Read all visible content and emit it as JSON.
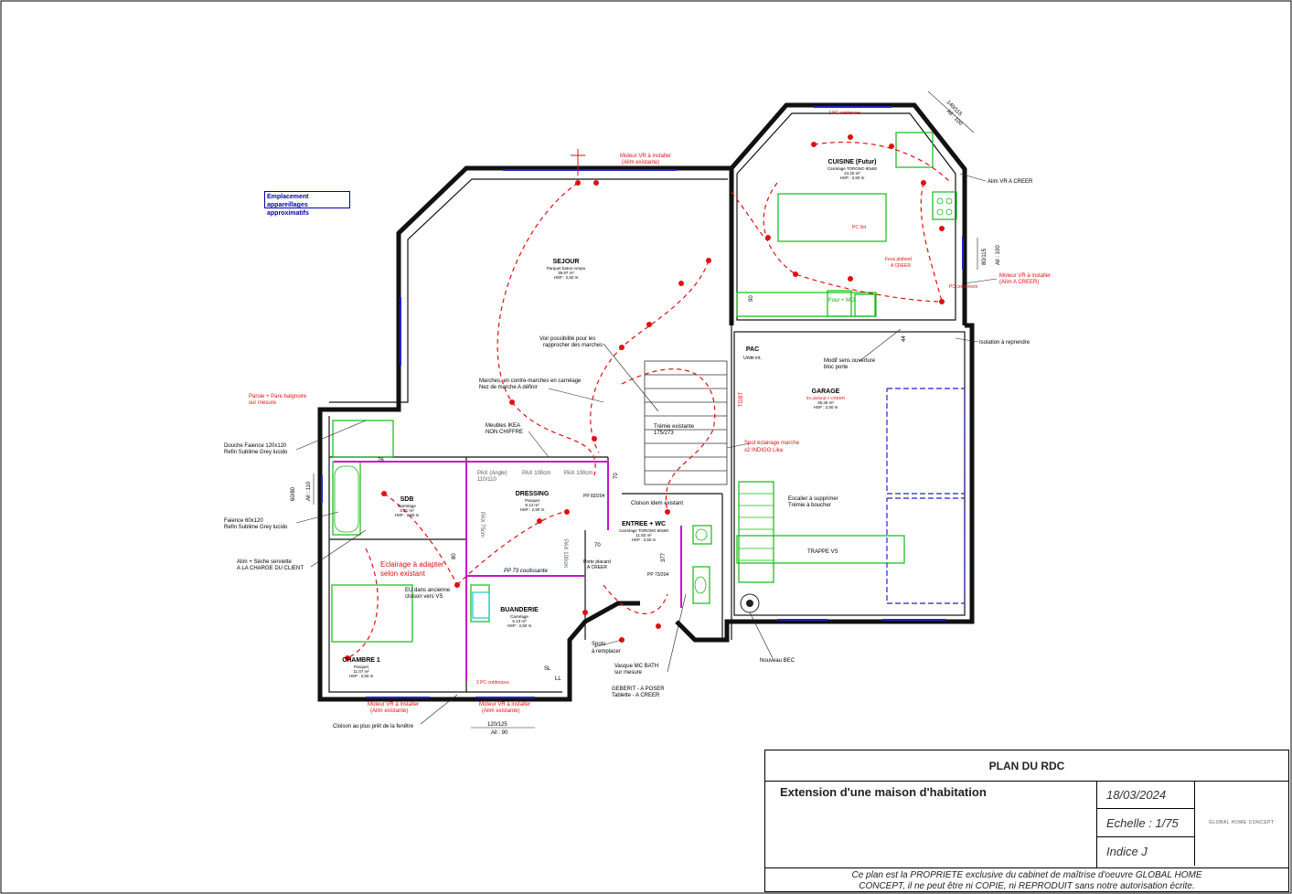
{
  "legend": {
    "text": "Emplacement appareillages approximatifs"
  },
  "rooms": {
    "sejour": {
      "name": "SEJOUR",
      "floor": "Parquet baton rompu",
      "area": "39.97 m²",
      "hsp": "HSP : 2,50 m"
    },
    "cuisine": {
      "name": "CUISINE (Futur)",
      "floor": "Carrelage TORONO 80x80",
      "area": "24.20 m²",
      "hsp": "HSP : 2,50 m"
    },
    "garage": {
      "name": "GARAGE",
      "floor": "Ex plafond A CREER",
      "area": "36.29 m²",
      "hsp": "HSP : 2,50 m"
    },
    "sdb": {
      "name": "SDB",
      "floor": "Carrelage",
      "area": "3.21 m²",
      "hsp": "HSP : 2,50 m"
    },
    "dressing": {
      "name": "DRESSING",
      "floor": "Parquet",
      "area": "8.14 m²",
      "hsp": "HSP : 2,50 m"
    },
    "entree": {
      "name": "ENTREE + WC",
      "floor": "Carrelage TORONO 80x80",
      "area": "11.82 m²",
      "hsp": "HSP : 2,50 m"
    },
    "buanderie": {
      "name": "BUANDERIE",
      "floor": "Carrelage",
      "area": "6.13 m²",
      "hsp": "HSP : 2,50 m"
    },
    "chambre": {
      "name": "CHAMBRE 1",
      "floor": "Parquet",
      "area": "11.07 m²",
      "hsp": "HSP : 2,50 m"
    }
  },
  "annotations": {
    "moteur_top": "Moteur VR à installer",
    "alim_existante": "(Alim existante)",
    "paroi": "Paroie + Pare baignoire",
    "sur_mesure": "sur mesure",
    "douche": "Douche Faience 120x120",
    "refin1": "Refin Sublime Grey lucido",
    "faience": "Faience 60x120",
    "refin2": "Refin Sublime Grey lucido",
    "alim_seche": "Alim + Sèche serviette",
    "charge_client": "A LA CHARGE DU CLIENT",
    "eclairage": "Eclairage à adapter",
    "selon_existant": "selon existant",
    "eu": "EU dans ancienne",
    "cloison_vs": "cloison vers VS",
    "voir_possibilite": "Voir possibilité pour les",
    "rapprocher": "rapprocher des marches",
    "marches": "Marches, en contre-marches en carrelage",
    "nez": "Nez de marche A définir",
    "meubles": "Meubles IKEA",
    "non_chiffre": "NON CHIFFRE",
    "pax_angle": "PAX (Angle)",
    "pax_dim": "110/110",
    "pax100a": "PAX 100cm",
    "pax100b": "PAX 100cm",
    "pax75": "PAX 75cm",
    "pax100v": "PAX 100cm",
    "tremie": "Trémie existante",
    "tremie_dim": "175/273",
    "spot_marche": "Spot éclairage marche",
    "indigo": "x2 INDIGO Lika",
    "cloison_idem": "Cloison idem existant",
    "porte_placard": "Porte placard",
    "a_creer": "A CREER",
    "pp73": "PP 73 coulissante",
    "pp83": "PP 83/204",
    "pp73b": "PP 73/204",
    "spots": "Spots",
    "a_remplacer": "à remplacer",
    "vasque": "Vasque MC BATH",
    "vasque2": "sur mesure",
    "geberit": "GEBERIT - A POSER",
    "tablette": "Tablette - A CREER",
    "nouveau_bec": "Nouveau BEC",
    "escalier": "Escalier à supprimer",
    "tremie_boucher": "Trémie à boucher",
    "trappe": "TRAPPE VS",
    "modif": "Modif sens ouverture",
    "bloc_porte": "bloc porte",
    "isolation": "Isolation à reprendre",
    "alim_vr": "Alim VR A CREER",
    "moteur_right": "Moteur VR à installer",
    "alim_creer": "(Alim A CREER)",
    "pc_credences": "2 PC crédences",
    "pc_ilot": "PC îlot",
    "feux": "Feux plafond",
    "feux2": "A CREER",
    "pc_cred2": "PC crédences",
    "moteur_bottom1": "Moteur VR à installer",
    "alim_b1": "(Alim existante)",
    "moteur_bottom2": "Moteur VR à installer",
    "alim_b2": "(Alim existante)",
    "pc_cred3": "2 PC crédences",
    "cloison_fenetre": "Cloison au plus prêt de la fenêtre",
    "dim_bottom": "120/125",
    "all90": "All : 90",
    "dim_topright": "140/115",
    "all100": "All : 100",
    "dim_right": "80/115",
    "all100b": "All : 100",
    "dim_left": "60/80",
    "all110": "All : 110",
    "pac": "PAC",
    "unite": "Unité int.",
    "tgbt": "TGBT",
    "four": "Four + MO",
    "sl": "SL",
    "ll": "LL",
    "d76": "76",
    "d70a": "70",
    "d70b": "70",
    "d90": "90",
    "d377": "377",
    "d80": "80",
    "d44": "44"
  },
  "titleblock": {
    "title": "PLAN DU RDC",
    "description": "Extension d'une maison d'habitation",
    "date": "18/03/2024",
    "scale": "Echelle : 1/75",
    "index": "Indice J",
    "logo_text": "GLOBAL HOME CONCEPT",
    "footer1": "Ce plan est la PROPRIETE exclusive du cabinet de maîtrise d'oeuvre GLOBAL HOME",
    "footer2": "CONCEPT, il ne peut être ni COPIE, ni REPRODUIT sans notre autorisation écrite."
  }
}
